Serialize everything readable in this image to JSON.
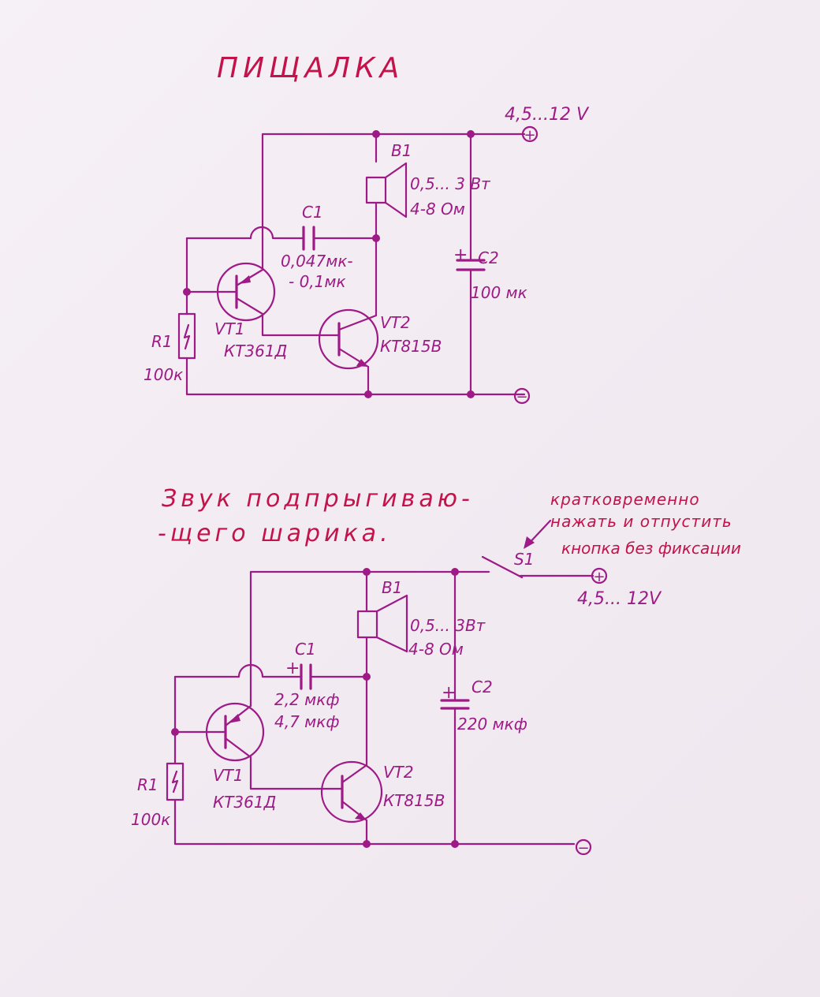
{
  "colors": {
    "ink": "#9e1a86",
    "title": "#c4124a",
    "paper": "#f4eef3"
  },
  "circuit1": {
    "title": "ПИЩАЛКА",
    "supply": "4,5...12 V",
    "plus": "+",
    "minus": "−",
    "b1": {
      "ref": "B1",
      "power": "0,5... 3 Вт",
      "imp": "4-8 Ом"
    },
    "c1": {
      "ref": "C1",
      "val1": "0,047мк-",
      "val2": "- 0,1мк"
    },
    "c2": {
      "ref": "C2",
      "plus": "+",
      "val": "100 мк"
    },
    "vt1": {
      "ref": "VT1",
      "type": "КТ361Д"
    },
    "vt2": {
      "ref": "VT2",
      "type": "КТ815В"
    },
    "r1": {
      "ref": "R1",
      "val": "100к"
    }
  },
  "circuit2": {
    "title_line1": "Звук подпрыгиваю-",
    "title_line2": "-щего шарика.",
    "note_line1": "кратковременно",
    "note_line2": "нажать и отпустить",
    "note_line3": "кнопка без фиксации",
    "s1": "S1",
    "supply": "4,5... 12V",
    "plus": "+",
    "minus": "−",
    "b1": {
      "ref": "B1",
      "power": "0,5... 3Вт",
      "imp": "4-8 Ом"
    },
    "c1": {
      "ref": "C1",
      "plus": "+",
      "val1": "2,2 мкф",
      "val2": "4,7 мкф"
    },
    "c2": {
      "ref": "C2",
      "plus": "+",
      "val": "220 мкф"
    },
    "vt1": {
      "ref": "VT1",
      "type": "КТ361Д"
    },
    "vt2": {
      "ref": "VT2",
      "type": "КТ815В"
    },
    "r1": {
      "ref": "R1",
      "val": "100к"
    }
  }
}
